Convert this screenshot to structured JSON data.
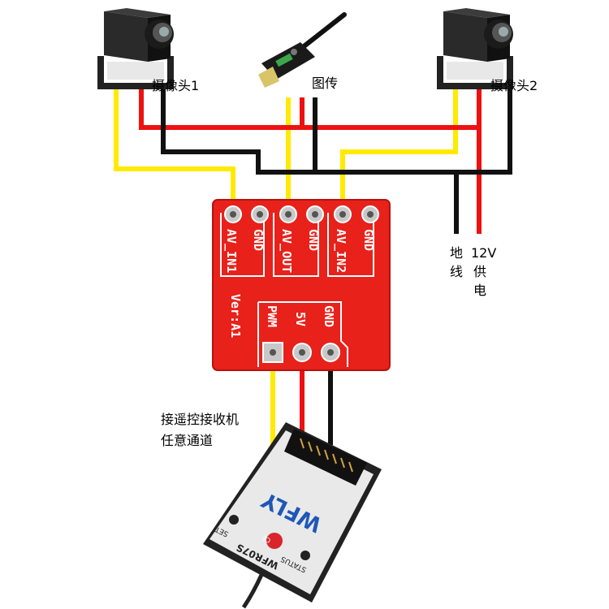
{
  "labels": {
    "camera1": "摄像头1",
    "vtx": "图传",
    "camera2": "摄像头2",
    "ground_line1": "地",
    "ground_line2": "线",
    "power_line1": "12V",
    "power_line2": "供",
    "power_line3": "电",
    "receiver_line1": "接遥控接收机",
    "receiver_line2": "任意通道"
  },
  "pcb": {
    "pins_top": [
      "AV_IN1",
      "GND",
      "AV_OUT",
      "GND",
      "AV_IN2",
      "GND"
    ],
    "pins_bottom": [
      "PWM",
      "5V",
      "GND"
    ],
    "version": "Ver:A1"
  },
  "receiver": {
    "brand": "WFLY",
    "model": "WFR07S",
    "badge": "CE",
    "set_label": "SET",
    "status_label": "STATUS"
  },
  "colors": {
    "signal_wire": "#ffea00",
    "power_wire": "#ee1111",
    "ground_wire": "#111111",
    "pcb": "#e8211a",
    "pcb_line": "#ffffff"
  },
  "icons": {
    "camera": "camera-icon",
    "transmitter": "video-transmitter-icon",
    "receiver": "rc-receiver-icon"
  }
}
